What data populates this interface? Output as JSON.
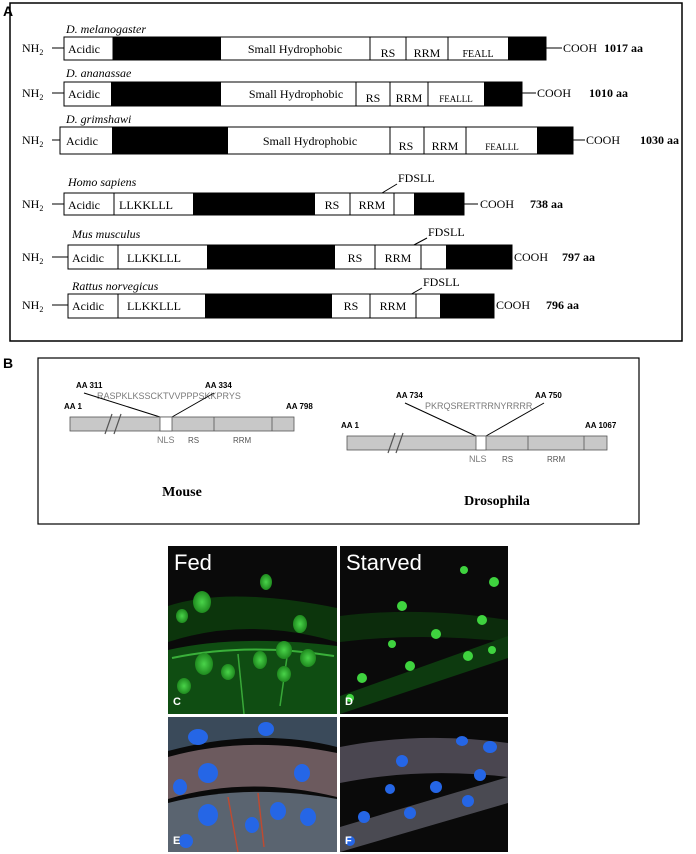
{
  "panel_a": {
    "label": "A",
    "terminal_n": "NH",
    "terminal_n_sub": "2",
    "terminal_c": "COOH",
    "proteins": [
      {
        "species": "D. melanogaster",
        "length": "1017 aa",
        "domains": [
          "Acidic",
          "Small Hydrophobic",
          "RS",
          "RRM",
          "FEALL"
        ]
      },
      {
        "species": "D. ananassae",
        "length": "1010 aa",
        "domains": [
          "Acidic",
          "Small Hydrophobic",
          "RS",
          "RRM",
          "FEALLL"
        ]
      },
      {
        "species": "D. grimshawi",
        "length": "1030 aa",
        "domains": [
          "Acidic",
          "Small Hydrophobic",
          "RS",
          "RRM",
          "FEALLL"
        ]
      },
      {
        "species": "Homo sapiens",
        "length": "738 aa",
        "motif": "FDSLL",
        "domains": [
          "Acidic",
          "LLKKLLL",
          "RS",
          "RRM"
        ]
      },
      {
        "species": "Mus musculus",
        "length": "797 aa",
        "motif": "FDSLL",
        "domains": [
          "Acidic",
          "LLKKLLL",
          "RS",
          "RRM"
        ]
      },
      {
        "species": "Rattus norvegicus",
        "length": "796 aa",
        "motif": "FDSLL",
        "domains": [
          "Acidic",
          "LLKKLLL",
          "RS",
          "RRM"
        ]
      }
    ]
  },
  "panel_b": {
    "label": "B",
    "mouse": {
      "title": "Mouse",
      "start": "AA 1",
      "end": "AA 798",
      "nls_start": "AA 311",
      "nls_end": "AA 334",
      "sequence": "RASPKLKSSCKTVVPPPSKKPRYS",
      "nls": "NLS",
      "rs": "RS",
      "rrm": "RRM"
    },
    "drosophila": {
      "title": "Drosophila",
      "start": "AA 1",
      "end": "AA 1067",
      "nls_start": "AA 734",
      "nls_end": "AA 750",
      "sequence": "PKRQSRERTRRNYRRRR",
      "nls": "NLS",
      "rs": "RS",
      "rrm": "RRM"
    }
  },
  "micrographs": [
    {
      "label": "C",
      "title": "Fed"
    },
    {
      "label": "D",
      "title": "Starved"
    },
    {
      "label": "E",
      "title": ""
    },
    {
      "label": "F",
      "title": ""
    }
  ]
}
